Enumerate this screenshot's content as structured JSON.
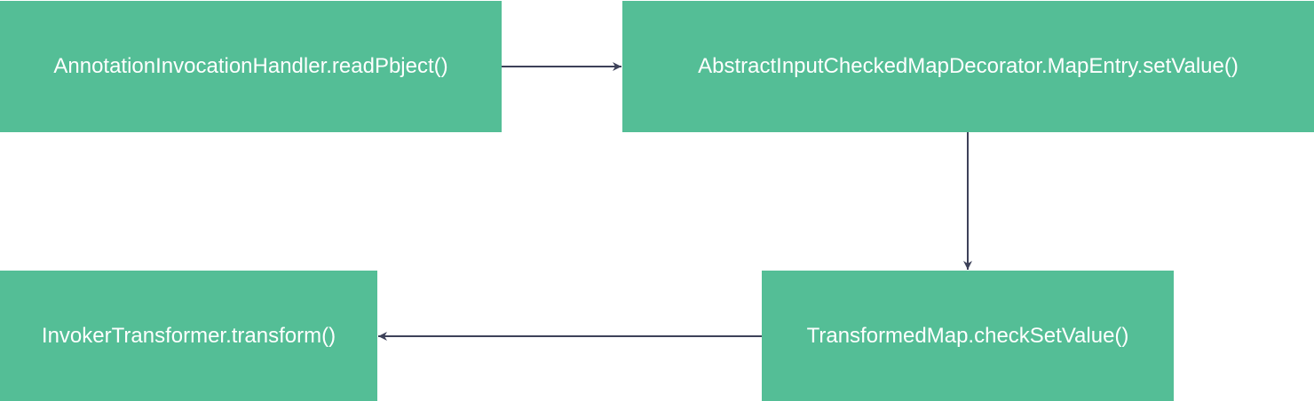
{
  "colors": {
    "node_fill": "#54be96",
    "node_text": "#ffffff",
    "edge": "#3d4159",
    "background": "#ffffff"
  },
  "nodes": [
    {
      "id": "n1",
      "label": "AnnotationInvocationHandler.readPbject()"
    },
    {
      "id": "n2",
      "label": "AbstractInputCheckedMapDecorator.MapEntry.setValue()"
    },
    {
      "id": "n3",
      "label": "TransformedMap.checkSetValue()"
    },
    {
      "id": "n4",
      "label": "InvokerTransformer.transform()"
    }
  ],
  "edges": [
    {
      "from": "n1",
      "to": "n2"
    },
    {
      "from": "n2",
      "to": "n3"
    },
    {
      "from": "n3",
      "to": "n4"
    }
  ]
}
